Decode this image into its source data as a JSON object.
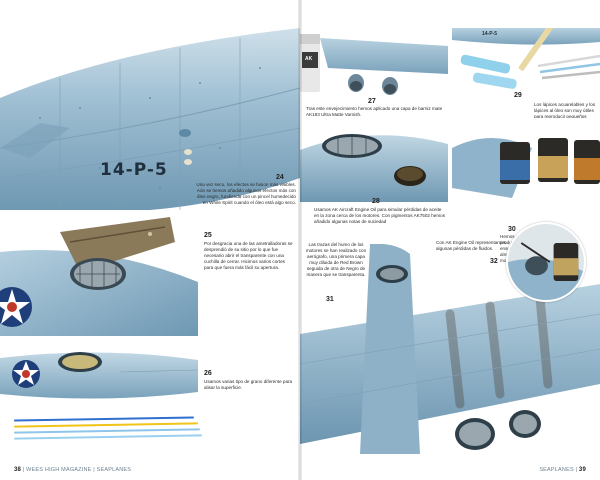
{
  "magazine": {
    "name": "WEES HIGH MAGAZINE",
    "section": "SEAPLANES",
    "section_right": "SEAPLANES",
    "page_left": "38",
    "page_right": "39"
  },
  "photo_text": {
    "hull_code": "14-P-5",
    "hull_code_small": "14-P-5",
    "jar_brand": "AK"
  },
  "steps": [
    {
      "num": "24",
      "caption": "Una vez seco, los efectos se fusion más visibles. Aún se hemos añadido algunos efectos más con óleo negro, fundiendo con un pincel humedecido en White Spirit cuando el óleo está algo seco."
    },
    {
      "num": "25",
      "caption": "Por desgracia una de las ametralladoras se desprendió de su sitio por lo que fue necesario abrir el transparente con una cuchilla de cerrar. Hicimos varios cortes para que fuera más fácil su apertura."
    },
    {
      "num": "26",
      "caption": "Usamos varias tipo de grano diferente para alisar la superficie."
    },
    {
      "num": "27",
      "caption": "Tras este envejecimiento hemos aplicado una capa de barniz mate AK183 Ultra Matte Varnish."
    },
    {
      "num": "28",
      "caption": "Usamos AK Aircraft Engine Oil para simular pérdidas de aceite en la zona cerca de los motores. Con pigmentos AK7502 hemos añadido algunas notas de suciedad"
    },
    {
      "num": "29",
      "caption": "Los lápices acuarelables y los lápices al óleo son muy útiles para reproducir pequeños roces y arañazos sobre la pintura."
    },
    {
      "num": "30",
      "caption": "Hemos usado estos productos para ensuciar la zona alrededor de los motores."
    },
    {
      "num": "31",
      "caption": "Las trazas del humo de los motores se han realizado con aerógrafo, una primera capa muy diluida de Red Brown seguida de otra de Negro de manera que se transparenta."
    },
    {
      "num": "32",
      "caption": "Con AK Engine Oil representamos algunas pérdidas de fluidos."
    }
  ],
  "colors": {
    "hull_blue": "#8fb3ca",
    "hull_light": "#b7d1e0",
    "hull_dark": "#5f8aa6",
    "roundel_blue": "#1f3f7a",
    "roundel_red": "#c0392b",
    "tan_frame": "#8b7a5a",
    "accent_text": "#6c7f8c"
  },
  "stripe_colors": [
    "#2f6fd0",
    "#f0c419",
    "#8ec5ea",
    "#9ad0f0"
  ]
}
